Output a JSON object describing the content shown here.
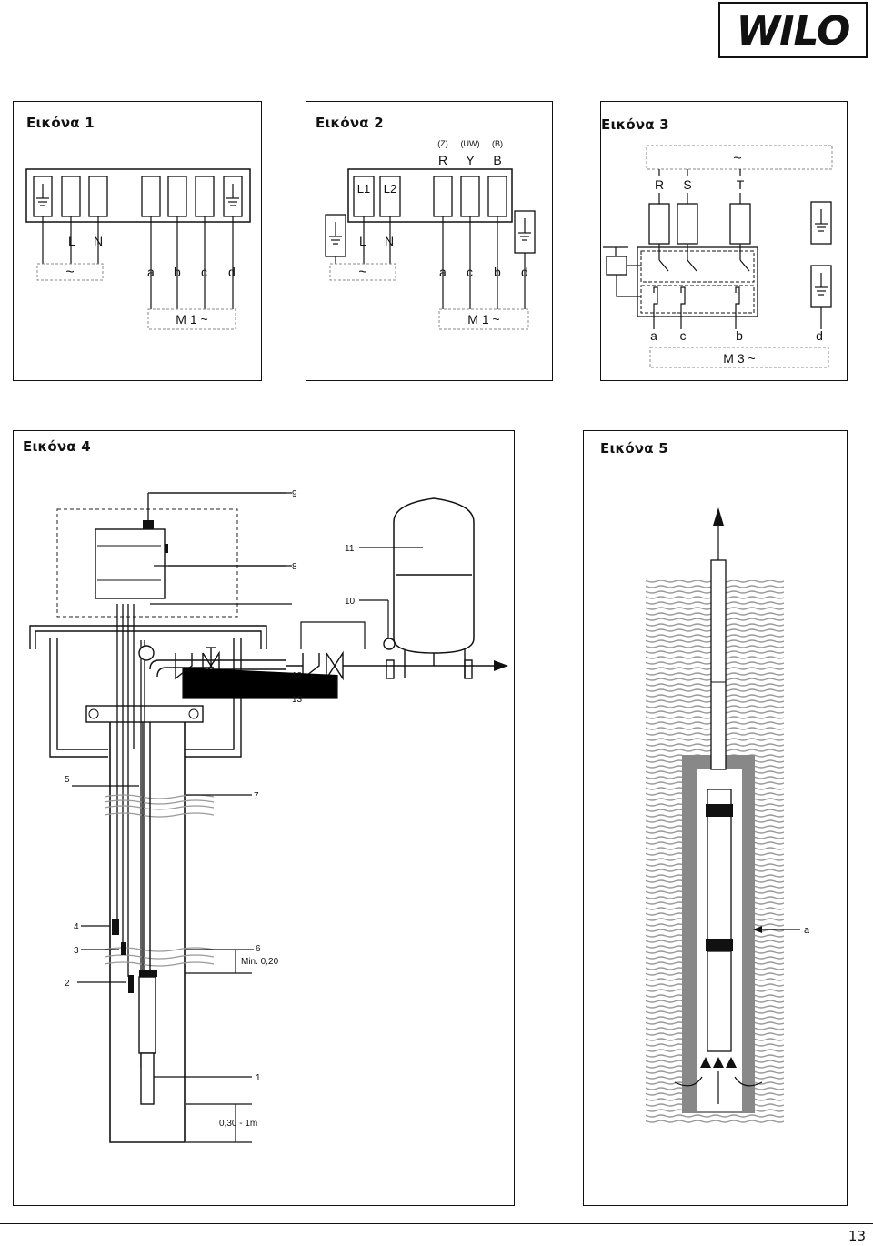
{
  "brand": {
    "logo_text": "WILO"
  },
  "figures": {
    "fig1": {
      "title": "Εικόνα 1",
      "terminals_left": [
        "L",
        "N"
      ],
      "terminals_right": [
        "a",
        "b",
        "c",
        "d"
      ],
      "supply_symbol": "~",
      "motor_label": "M 1 ~"
    },
    "fig2": {
      "title": "Εικόνα 2",
      "box_labels": [
        "L1",
        "L2"
      ],
      "top_codes": [
        "(Z)",
        "(UW)",
        "(B)"
      ],
      "top_letters": [
        "R",
        "Y",
        "B"
      ],
      "terminals_left": [
        "L",
        "N"
      ],
      "terminals_right": [
        "a",
        "c",
        "b",
        "d"
      ],
      "motor_label": "M 1 ~"
    },
    "fig3": {
      "title": "Εικόνα 3",
      "phases": [
        "R",
        "S",
        "T"
      ],
      "terminals": [
        "a",
        "c",
        "b",
        "d"
      ],
      "motor_label": "M 3 ~"
    },
    "fig4": {
      "title": "Εικόνα 4",
      "callouts": [
        "9",
        "8",
        "11",
        "10",
        "12",
        "13",
        "5",
        "7",
        "4",
        "3",
        "6",
        "2",
        "1"
      ],
      "min_label": "Min. 0,20",
      "bottom_label": "0,30 - 1m"
    },
    "fig5": {
      "title": "Εικόνα 5",
      "callout": "a"
    }
  },
  "page": {
    "number": "13"
  }
}
